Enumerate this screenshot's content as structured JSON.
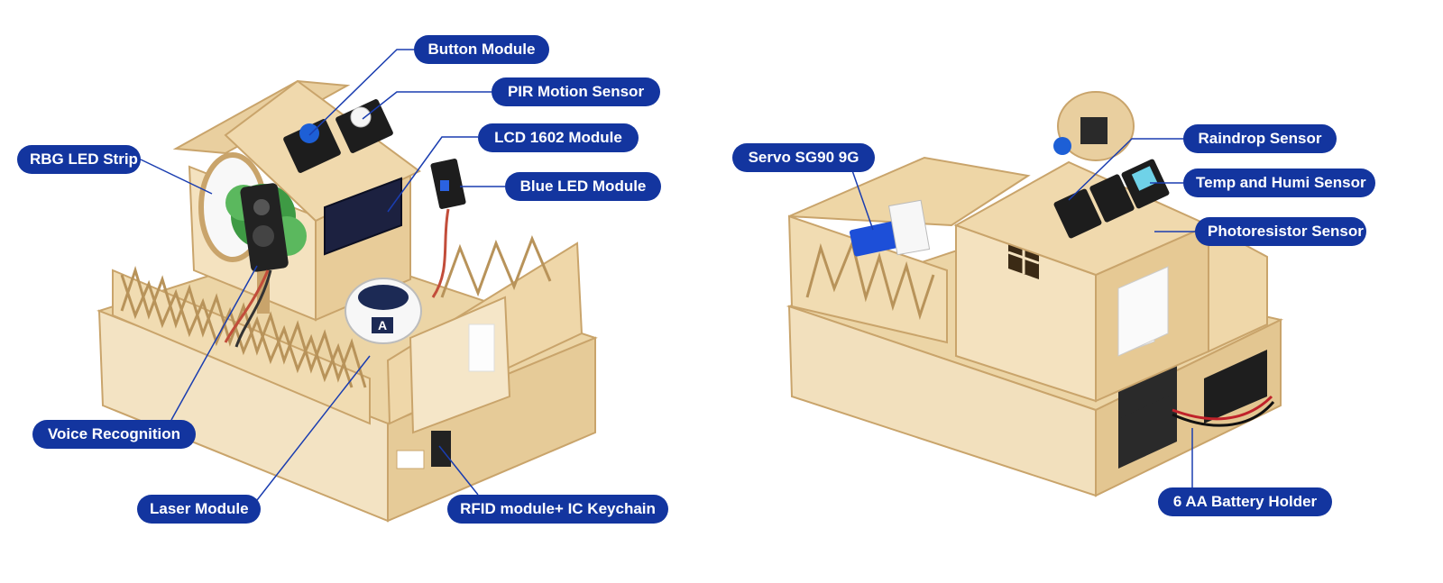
{
  "callouts_left": {
    "button_module": "Button Module",
    "pir_motion_sensor": "PIR Motion Sensor",
    "lcd_1602_module": "LCD 1602 Module",
    "blue_led_module": "Blue LED Module",
    "rbg_led_strip": "RBG LED Strip",
    "voice_recognition": "Voice Recognition",
    "laser_module": "Laser Module",
    "rfid_module": "RFID module+ IC Keychain"
  },
  "callouts_right": {
    "servo": "Servo SG90 9G",
    "raindrop_sensor": "Raindrop Sensor",
    "temp_humi_sensor": "Temp and Humi Sensor",
    "photoresistor_sensor": "Photoresistor Sensor",
    "battery_holder": "6 AA Battery Holder"
  },
  "colors": {
    "label_bg": "#13359f",
    "label_text": "#ffffff",
    "leader_line": "#1a3db0",
    "wood_light": "#f1dcb2",
    "wood_mid": "#e2c592",
    "wood_dark": "#c9a46b"
  }
}
